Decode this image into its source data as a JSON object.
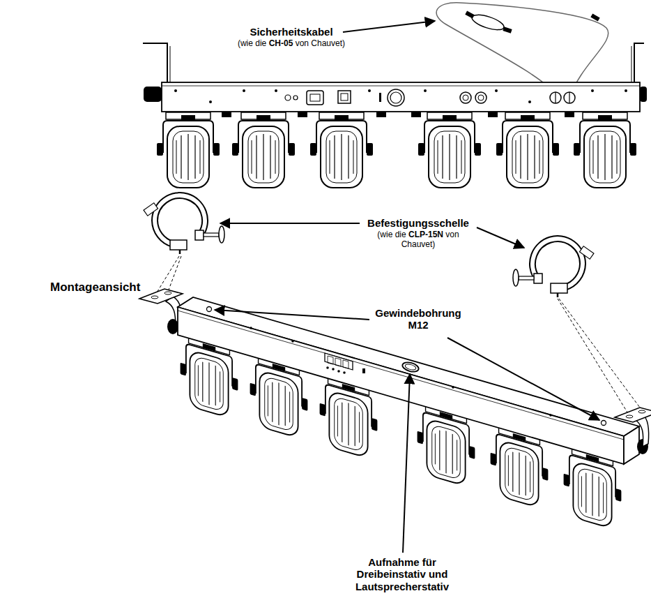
{
  "diagram": {
    "labels": [
      "Sicherheitskabel",
      "(wie die CH-05 von Chauvet)",
      "Montageansicht",
      "Befestigungsschelle",
      "(wie die CLP-15N von Chauvet)",
      "Gewindebohrung M12",
      "Aufnahme für Dreibeinstativ und Lautsprecherstativ"
    ]
  }
}
